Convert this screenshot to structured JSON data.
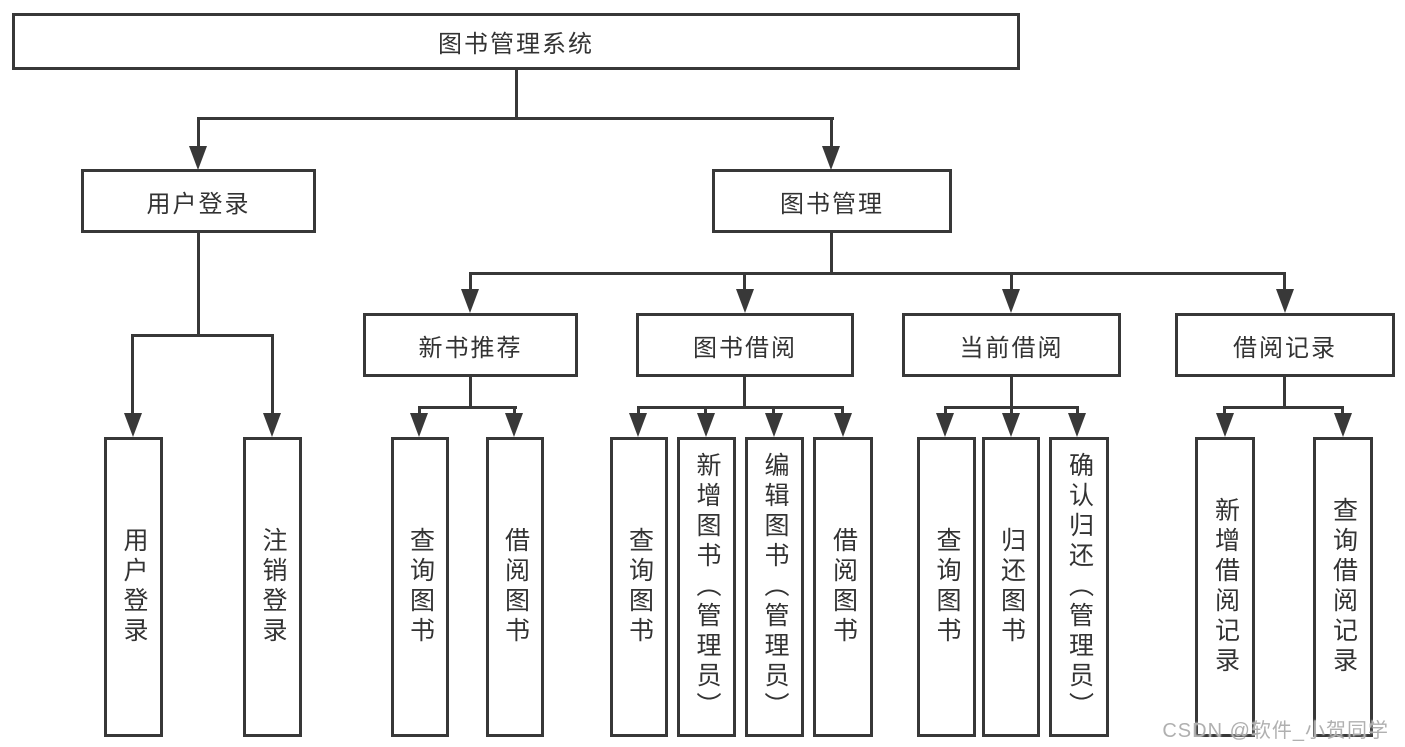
{
  "diagram": {
    "root": {
      "label": "图书管理系统"
    },
    "level2": [
      {
        "id": "user-login",
        "label": "用户登录"
      },
      {
        "id": "book-management",
        "label": "图书管理"
      }
    ],
    "level3": [
      {
        "id": "new-book-recommend",
        "label": "新书推荐"
      },
      {
        "id": "book-borrow",
        "label": "图书借阅"
      },
      {
        "id": "current-borrow",
        "label": "当前借阅"
      },
      {
        "id": "borrow-records",
        "label": "借阅记录"
      }
    ],
    "leaves": [
      {
        "label": "用户登录"
      },
      {
        "label": "注销登录"
      },
      {
        "label": "查询图书"
      },
      {
        "label": "借阅图书"
      },
      {
        "label": "查询图书"
      },
      {
        "label": "新增图书（管理员）"
      },
      {
        "label": "编辑图书（管理员）"
      },
      {
        "label": "借阅图书"
      },
      {
        "label": "查询图书"
      },
      {
        "label": "归还图书"
      },
      {
        "label": "确认归还（管理员）"
      },
      {
        "label": "新增借阅记录"
      },
      {
        "label": "查询借阅记录"
      }
    ]
  },
  "watermark": {
    "text": "CSDN @软件_小贺同学"
  },
  "colors": {
    "line": "#383838",
    "text": "#333333",
    "watermark": "#b0b0b0",
    "background": "#ffffff"
  }
}
